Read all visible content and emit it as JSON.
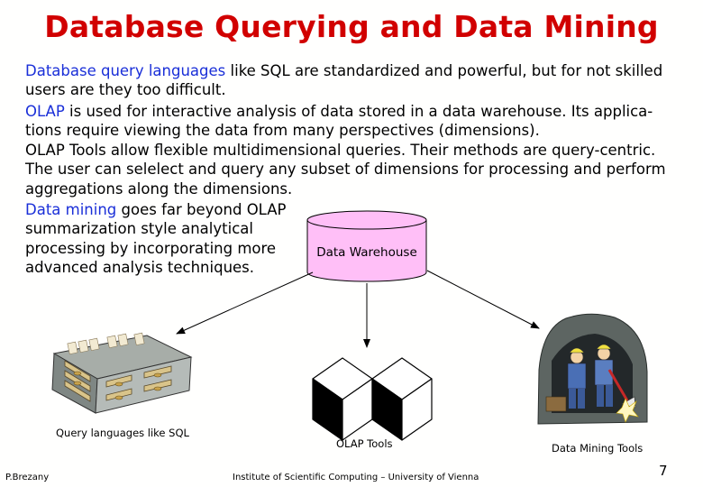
{
  "title": "Database Querying and Data Mining",
  "para1": {
    "l1_blue": "Database query languages",
    "l1_rest": " like SQL  are standardized and powerful, but for not skilled",
    "l2": "users are they too difficult."
  },
  "para2": {
    "l1_blue": "OLAP",
    "l1_rest": " is used for interactive analysis of data stored in a data warehouse. Its applica-",
    "l2": "tions require viewing the data from many perspectives (dimensions)."
  },
  "para3": {
    "l1": "OLAP Tools  allow flexible multidimensional queries. Their methods are query-centric.",
    "l2": "The user can selelect and query any subset of dimensions for processing and perform",
    "l3": "aggregations along the dimensions."
  },
  "para4": {
    "l1_blue": "Data mining",
    "l1_rest": " goes far beyond OLAP",
    "l2": "summarization style analytical",
    "l3": "processing by incorporating more",
    "l4": "advanced analysis techniques."
  },
  "warehouse_label": "Data Warehouse",
  "captions": {
    "query": "Query languages like SQL",
    "olap": "OLAP Tools",
    "mining": "Data Mining Tools"
  },
  "footer": {
    "author": "P.Brezany",
    "institute": "Institute of Scientific Computing – University of Vienna",
    "page": "7"
  },
  "colors": {
    "title": "#d10000",
    "highlight": "#1a2fd8",
    "warehouse": "#ffbff7"
  }
}
